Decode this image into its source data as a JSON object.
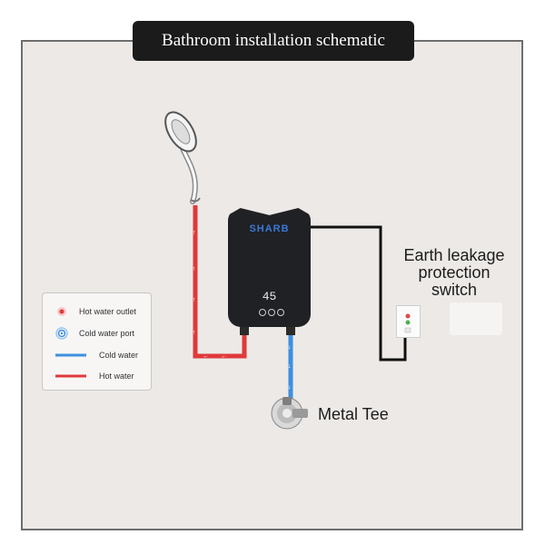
{
  "title": "Bathroom installation schematic",
  "heater": {
    "brand": "SHARB",
    "display": "45"
  },
  "labels": {
    "earth_leakage": "Earth leakage",
    "protection": "protection",
    "switch": "switch",
    "metal_tee": "Metal Tee"
  },
  "legend": {
    "items": [
      {
        "label": "Hot water outlet",
        "icon": "red-dot-icon"
      },
      {
        "label": "Cold water port",
        "icon": "blue-ring-icon"
      },
      {
        "label": "Cold water",
        "icon": "blue-line-icon"
      },
      {
        "label": "Hot water",
        "icon": "red-line-icon"
      }
    ]
  },
  "colors": {
    "hot": "#e0393b",
    "cold": "#3c8fe0",
    "wire": "#111111",
    "heater": "#202124",
    "brand": "#3a78d8"
  }
}
